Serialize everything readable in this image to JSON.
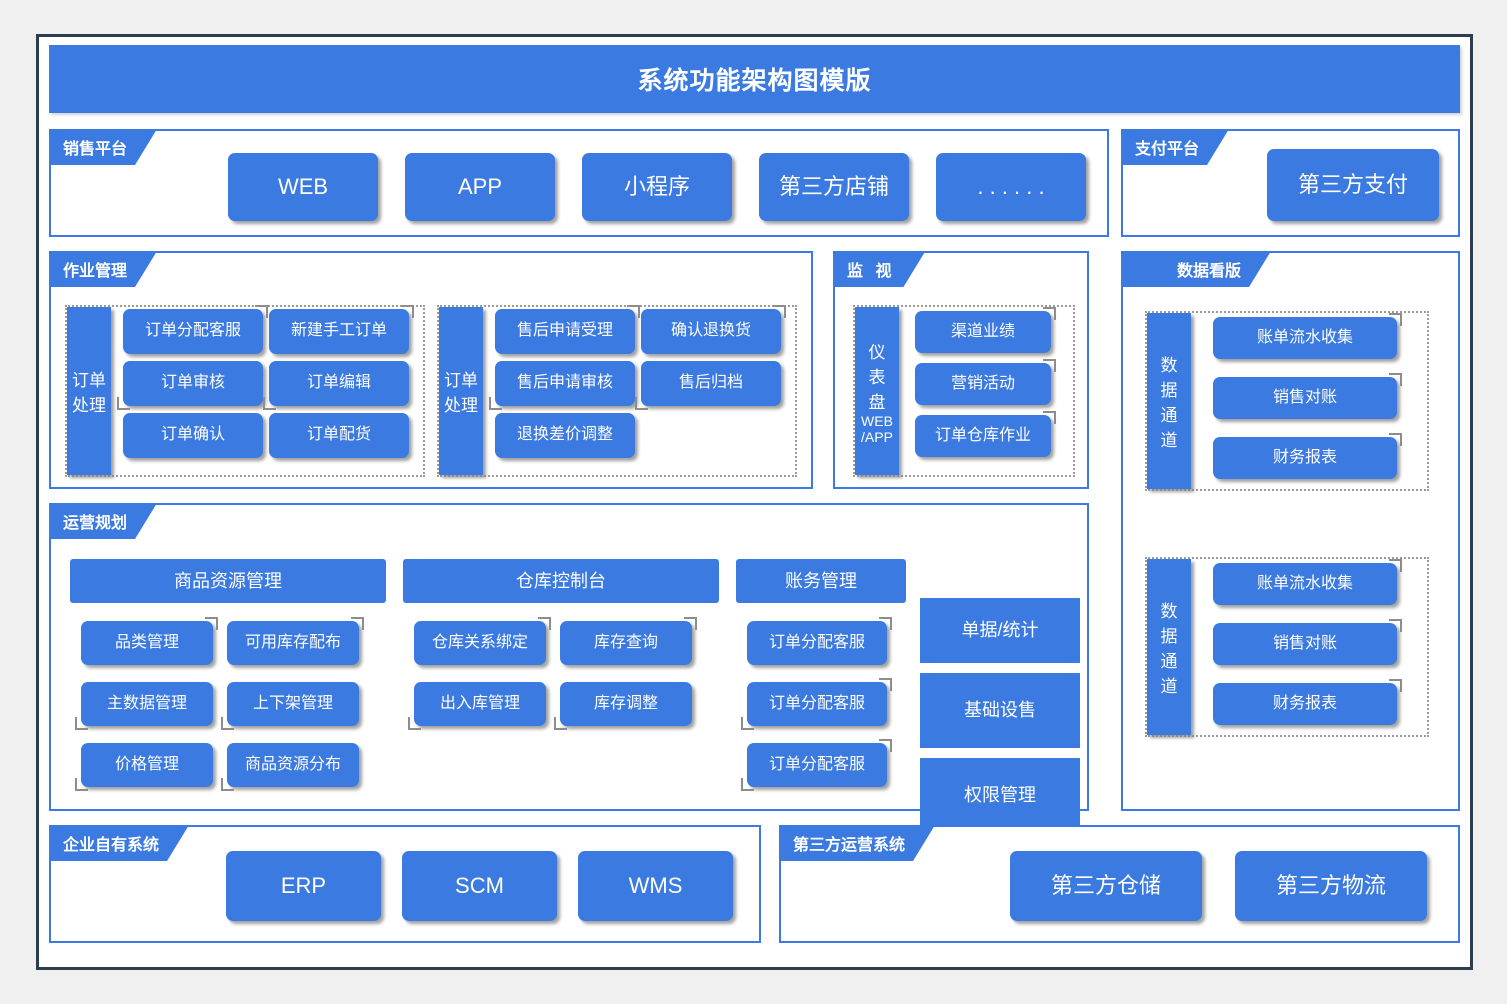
{
  "diagram": {
    "title": "系统功能架构图模版",
    "accent_color": "#3b7ae0",
    "border_color": "#2e3d4d",
    "background_color": "#f0f0f0",
    "shadow_color": "#8d8d8d"
  },
  "sales_platform": {
    "label": "销售平台",
    "nodes": [
      "WEB",
      "APP",
      "小程序",
      "第三方店铺",
      ". . . . . ."
    ]
  },
  "payment_platform": {
    "label": "支付平台",
    "nodes": [
      "第三方支付"
    ]
  },
  "operation_management": {
    "label": "作业管理",
    "groups": [
      {
        "side_label": [
          "订单",
          "处理"
        ],
        "nodes": [
          "订单分配客服",
          "新建手工订单",
          "订单审核",
          "订单编辑",
          "订单确认",
          "订单配货"
        ]
      },
      {
        "side_label": [
          "订单",
          "处理"
        ],
        "nodes": [
          "售后申请受理",
          "确认退换货",
          "售后申请审核",
          "售后归档",
          "退换差价调整"
        ]
      }
    ]
  },
  "monitoring": {
    "label": "监 视",
    "side_label": [
      "仪",
      "表",
      "盘",
      "WEB",
      "/APP"
    ],
    "nodes": [
      "渠道业绩",
      "营销活动",
      "订单仓库作业"
    ]
  },
  "data_dashboard": {
    "label": "数据看版",
    "groups": [
      {
        "side_label": [
          "数",
          "据",
          "通",
          "道"
        ],
        "nodes": [
          "账单流水收集",
          "销售对账",
          "财务报表"
        ]
      },
      {
        "side_label": [
          "数",
          "据",
          "通",
          "道"
        ],
        "nodes": [
          "账单流水收集",
          "销售对账",
          "财务报表"
        ]
      }
    ]
  },
  "operation_planning": {
    "label": "运营规划",
    "columns": [
      {
        "header": "商品资源管理",
        "nodes": [
          "品类管理",
          "可用库存配布",
          "主数据管理",
          "上下架管理",
          "价格管理",
          "商品资源分布"
        ]
      },
      {
        "header": "仓库控制台",
        "nodes": [
          "仓库关系绑定",
          "库存查询",
          "出入库管理",
          "库存调整"
        ]
      },
      {
        "header": "账务管理",
        "nodes": [
          "订单分配客服",
          "订单分配客服",
          "订单分配客服"
        ]
      }
    ],
    "right_column": [
      "单据/统计",
      "基础设售",
      "权限管理"
    ]
  },
  "enterprise_systems": {
    "label": "企业自有系统",
    "nodes": [
      "ERP",
      "SCM",
      "WMS"
    ]
  },
  "third_party_systems": {
    "label": "第三方运营系统",
    "nodes": [
      "第三方仓储",
      "第三方物流"
    ]
  }
}
